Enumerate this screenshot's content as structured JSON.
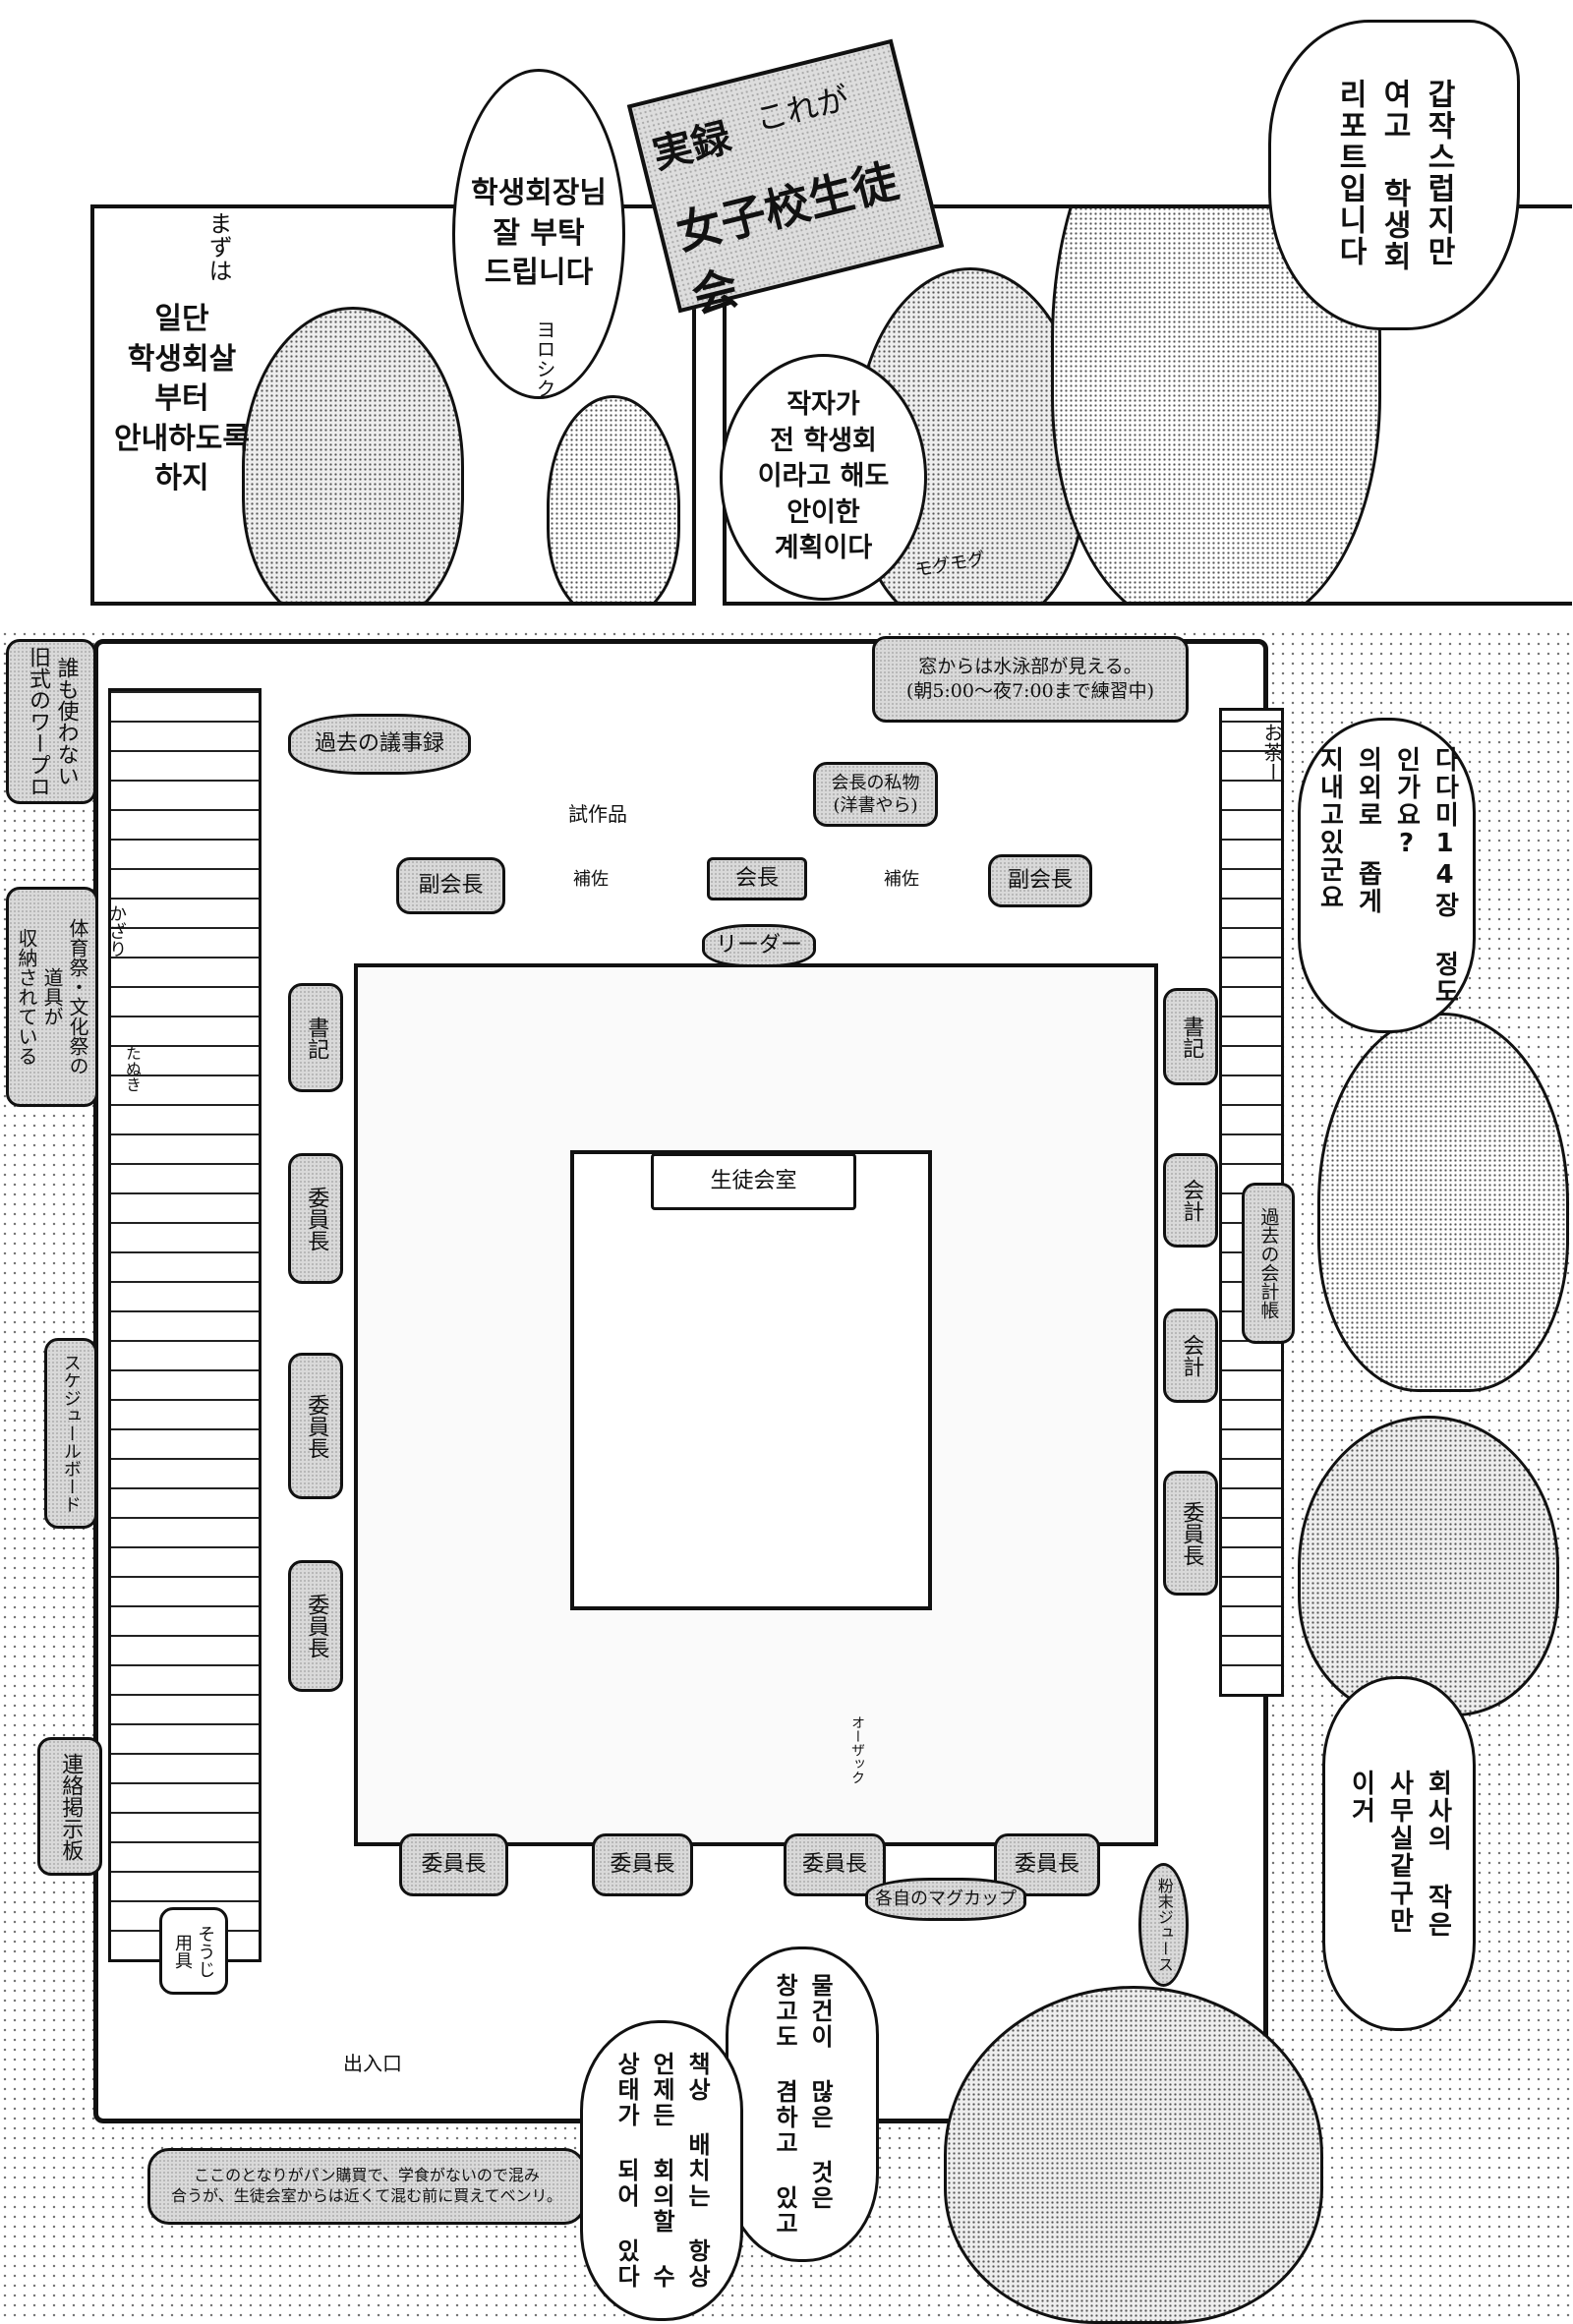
{
  "top": {
    "title_sign": {
      "line1": "実録",
      "line2": "これが",
      "line3": "女子校生徒会"
    },
    "bubbles": {
      "president_greeting": "학생회장님\n잘 부탁\n드립니다",
      "guide": "일단\n학생회살\n부터\n안내하도록\n하지",
      "author": "작자가\n전 학생회\n이라고 해도\n안이한\n계획이다",
      "report": "갑작스럽지만\n여고 학생회\n리포트입니다"
    },
    "sfx": {
      "mazuwa": "まずは",
      "yoroshiku": "ヨロシク",
      "mogumogu": "モグモグ"
    }
  },
  "room": {
    "bubbles": {
      "tatami": "다다미14장 정도\n인가요?\n의외로 좁게\n지내고있군요",
      "office": "회사의 작은\n사무실같구만\n이거",
      "storage": "물건이 많은 것은\n창고도 겸하고 있고",
      "layout": "책상 배치는 항상\n언제든 회의할 수\n상태가 되어 있다"
    },
    "labels": {
      "old_wordpro": "誰も使わない\n旧式のワープロ",
      "minutes": "過去の議事録",
      "window": "窓からは水泳部が見える。\n(朝5:00～夜7:00まで練習中)",
      "president_items": "会長の私物\n(洋書やら)",
      "prototype": "試作品",
      "vice_left": "副会長",
      "assist_left": "補佐",
      "president": "会長",
      "assist_right": "補佐",
      "vice_right": "副会長",
      "leader": "リーダー",
      "tea": "お茶ー",
      "secretary_left": "書記",
      "secretary_right": "書記",
      "festival_tools": "体育祭・文化祭の\n道具が\n収納されている",
      "decoration": "かざり",
      "tanuki": "たぬき",
      "room_name": "生徒会室",
      "chair_l1": "委員長",
      "treasurer_1": "会計",
      "old_accounts": "過去の会計帳",
      "treasurer_2": "会計",
      "schedule": "スケジュールボード",
      "chair_l2": "委員長",
      "chair_r": "委員長",
      "chair_l3": "委員長",
      "notice_board": "連絡掲示板",
      "chair_b1": "委員長",
      "chair_b2": "委員長",
      "chair_b3": "委員長",
      "chair_b4": "委員長",
      "mugs": "各自のマグカップ",
      "powder_juice": "粉末ジュース",
      "cleaning": "そうじ\n用具",
      "entrance": "出入口",
      "ozack": "オーザック",
      "bakery_note": "ここのとなりがパン購買で、学食がないので混み\n合うが、生徒会室からは近くて混む前に買えてベンリ。"
    }
  }
}
